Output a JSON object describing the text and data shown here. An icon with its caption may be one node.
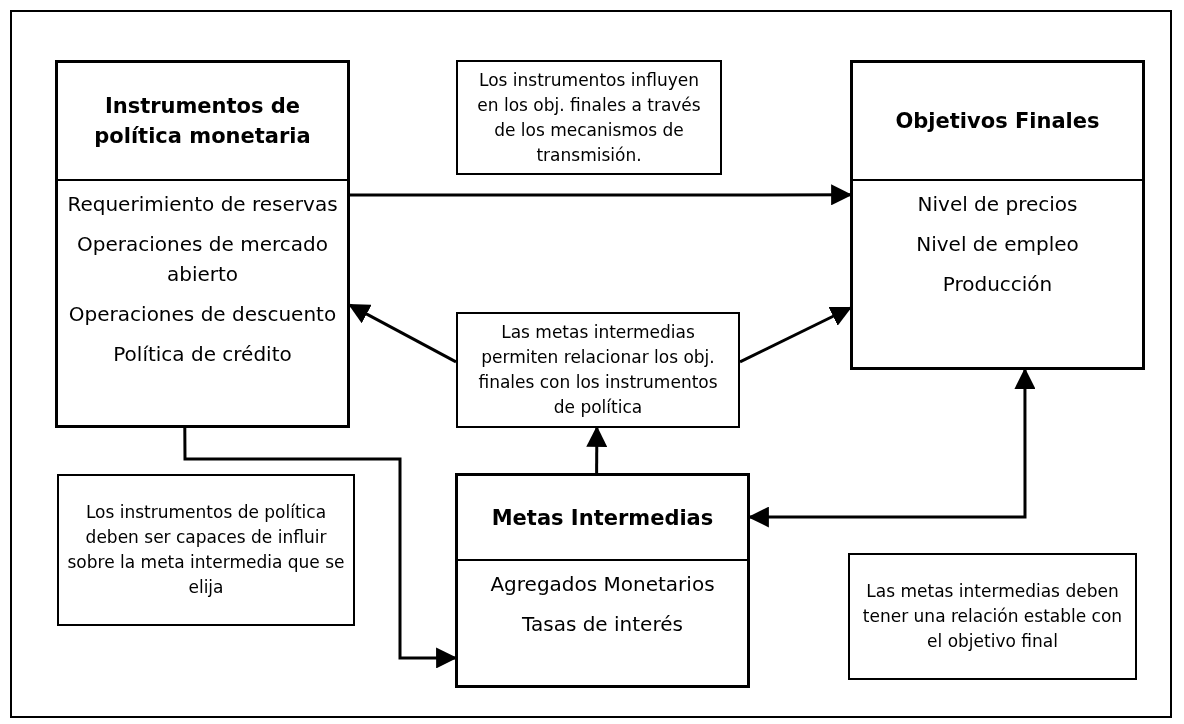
{
  "diagram": {
    "nodes": [
      {
        "text": [
          "Instrumentos de política monetaria",
          "Requerimiento de reservas",
          "Operaciones de mercado abierto",
          "Operaciones de descuento",
          "Política de crédito"
        ]
      },
      {
        "text": [
          "Los instrumentos influyen en los obj. finales a través de los mecanismos de transmisión."
        ]
      },
      {
        "text": [
          "Objetivos Finales",
          "Nivel de precios",
          "Nivel de empleo",
          "Producción"
        ]
      },
      {
        "text": [
          "Las metas intermedias permiten relacionar los obj. finales con los instrumentos de política"
        ]
      },
      {
        "text": [
          "Los instrumentos de política deben ser capaces de influir sobre la meta intermedia que se elija"
        ]
      },
      {
        "text": [
          "Metas Intermedias",
          "Agregados Monetarios",
          "Tasas de interés"
        ]
      },
      {
        "text": [
          "Las metas intermedias deben tener una relación estable con el objetivo final"
        ]
      }
    ],
    "edges": [
      {
        "from": 0,
        "to": 2,
        "arrow": "to"
      },
      {
        "from": 3,
        "to": 0,
        "arrow": "to"
      },
      {
        "from": 3,
        "to": 2,
        "arrow": "to"
      },
      {
        "from": 5,
        "to": 3,
        "arrow": "to"
      },
      {
        "from": 0,
        "to": 5,
        "arrow": "to"
      },
      {
        "from": 5,
        "to": 2,
        "arrow": "both"
      }
    ]
  }
}
